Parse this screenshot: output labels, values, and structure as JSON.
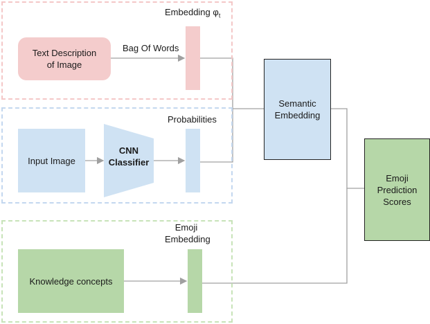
{
  "groups": {
    "embedding_phi": {
      "label": "Embedding φ",
      "subscript": "t",
      "border_color": "#f4c7c7"
    },
    "probabilities": {
      "label": "Probabilities",
      "border_color": "#c3d7ef"
    },
    "emoji_embedding": {
      "label": "Emoji\nEmbedding",
      "border_color": "#c7e3b8"
    }
  },
  "nodes": {
    "text_description": "Text Description\nof Image",
    "bag_of_words": "Bag Of Words",
    "input_image": "Input Image",
    "cnn_classifier": "CNN\nClassifier",
    "knowledge_concepts": "Knowledge concepts",
    "semantic_embedding": "Semantic\nEmbedding",
    "emoji_prediction_scores": "Emoji\nPrediction\nScores"
  },
  "colors": {
    "pink": "#f4cccc",
    "blue": "#cfe2f3",
    "green": "#b6d7a8",
    "line": "#a0a0a0",
    "dark_border": "#222222"
  }
}
